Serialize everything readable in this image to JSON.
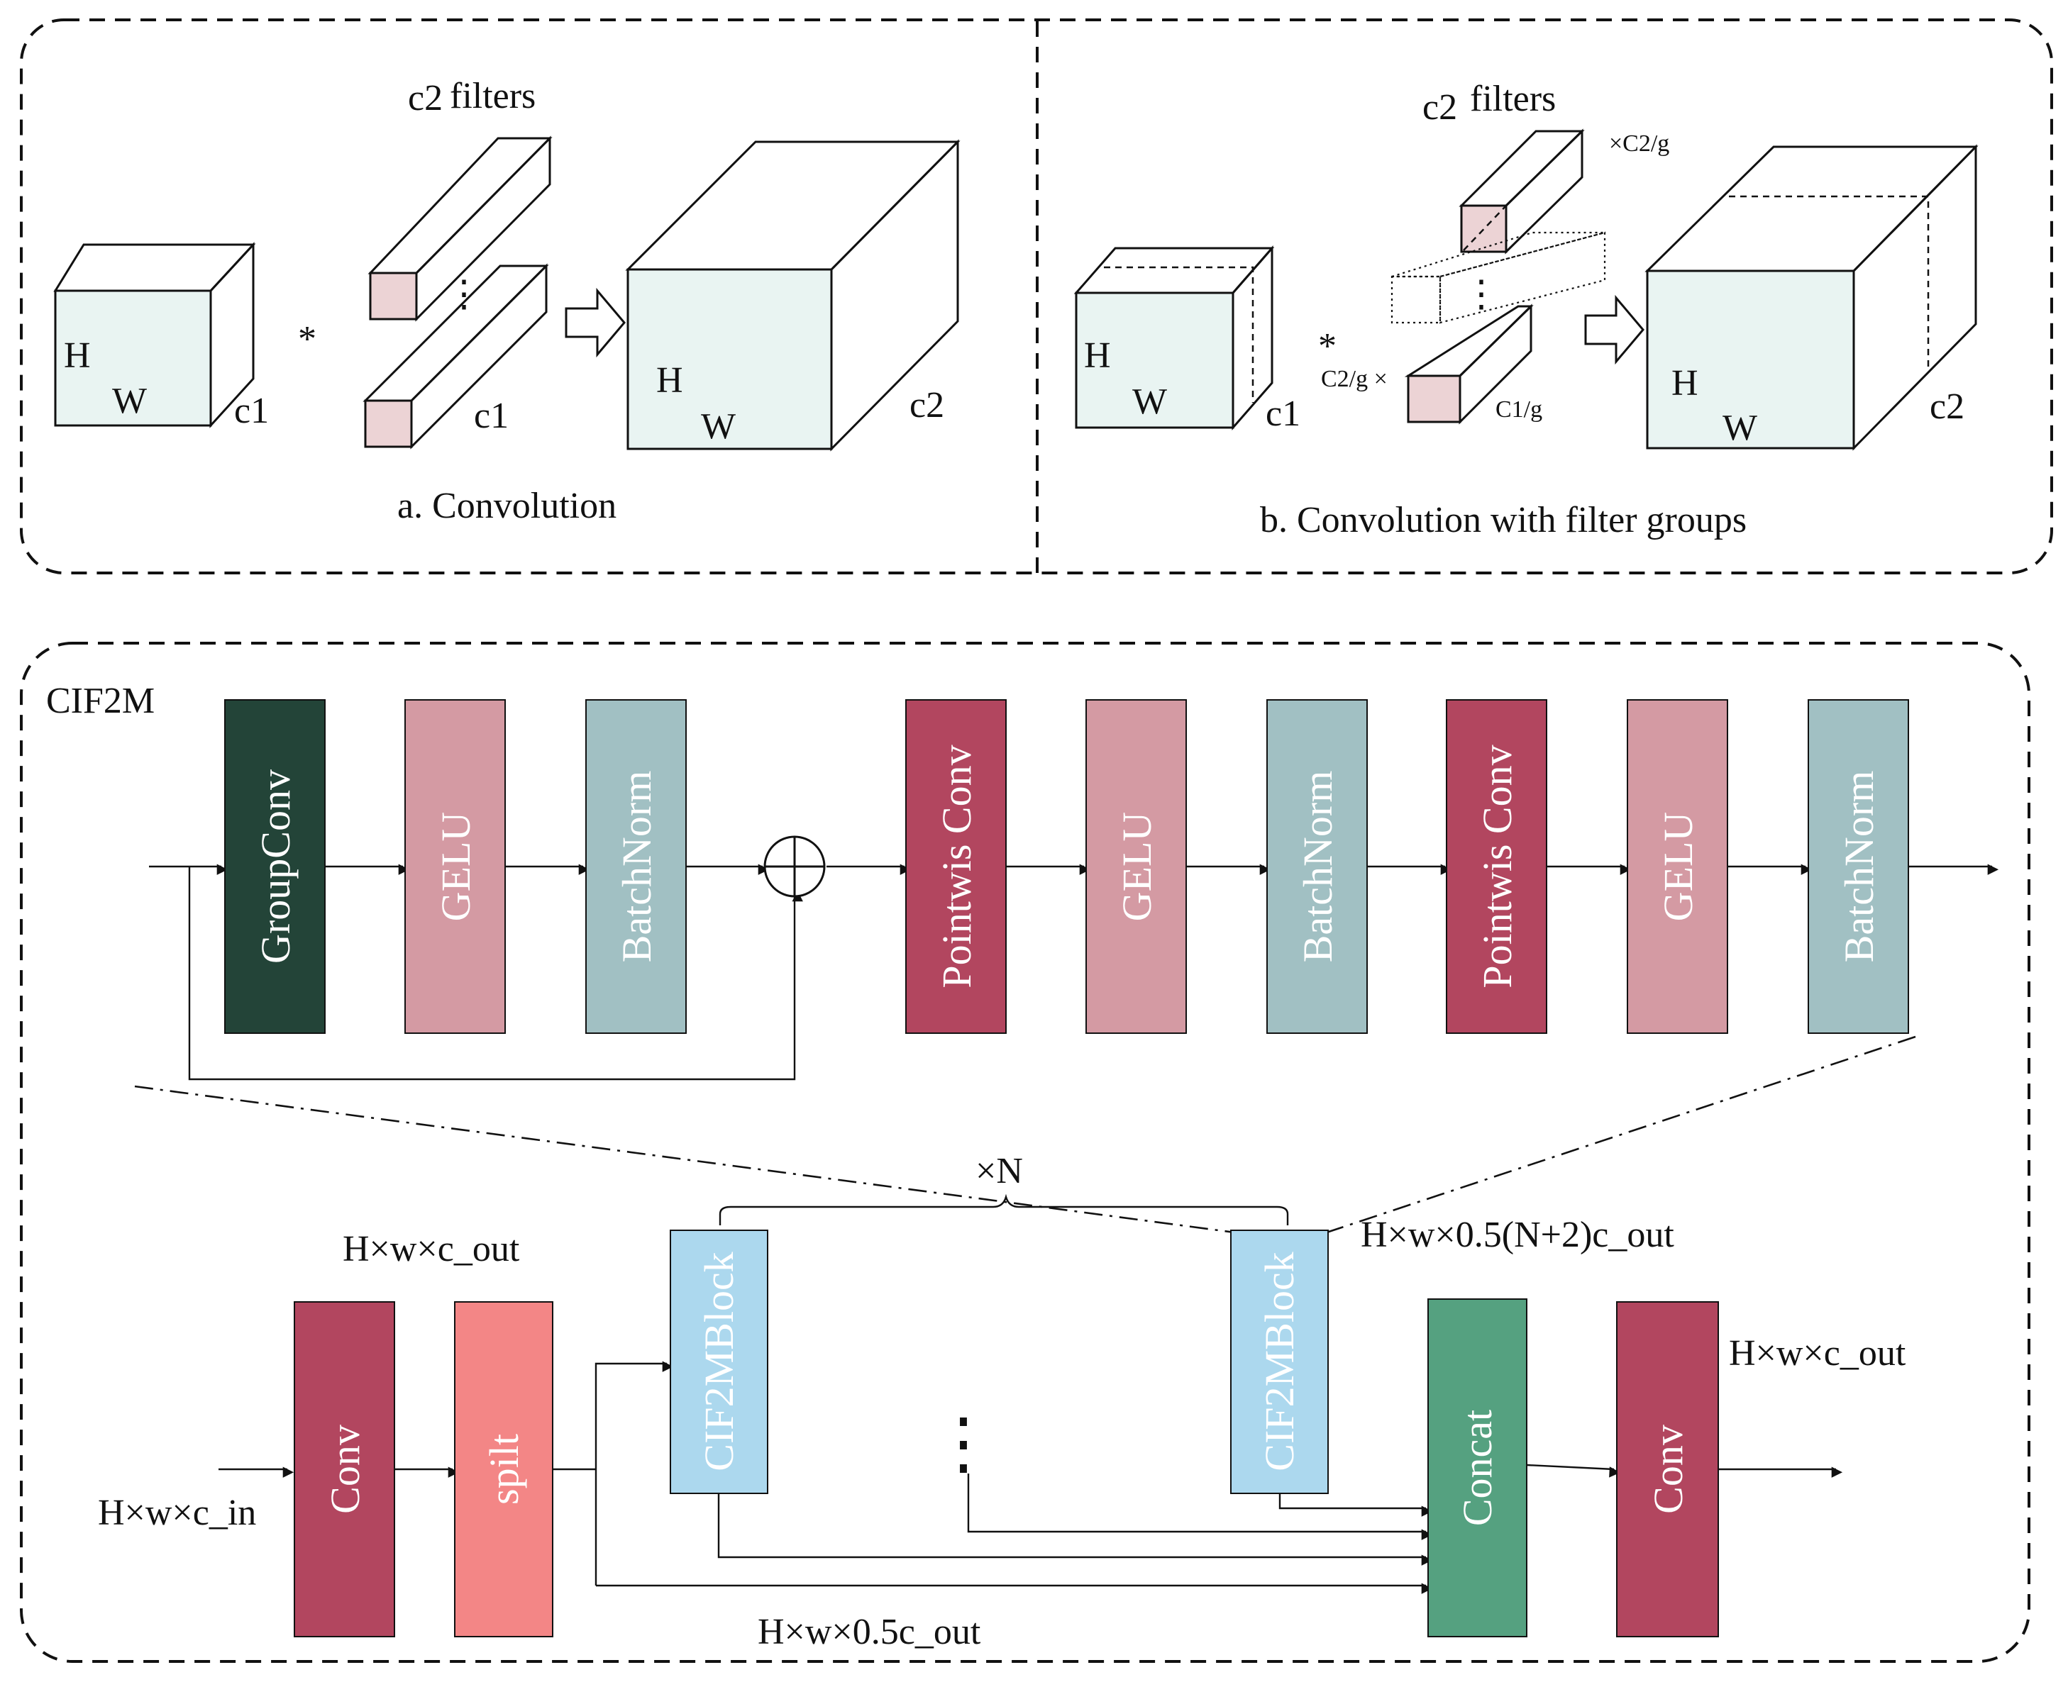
{
  "colors": {
    "cube_front": "#e9f4f2",
    "cube_top": "#e3f0ed",
    "cube_side": "#bcc6c3",
    "filter_front": "#ecd3d5",
    "filter_top": "#e3c6c9",
    "filter_side": "#bba6a9",
    "group_conv": "#234438",
    "gelu": "#d49aa3",
    "batch_norm": "#a1c0c3",
    "pointwise_conv": "#b2465f",
    "conv": "#b2465f",
    "split": "#f38686",
    "cif2m_block": "#acd8ee",
    "concat": "#55a180"
  },
  "panel_a": {
    "caption": "a. Convolution",
    "input": {
      "h": "H",
      "w": "W",
      "c": "c1"
    },
    "operator": "*",
    "filters_prefix": "c2",
    "filters_label": "filters",
    "filter_depth": "c1",
    "ellipsis": "⋮",
    "output": {
      "h": "H",
      "w": "W",
      "c": "c2"
    }
  },
  "panel_b": {
    "caption": "b. Convolution with filter groups",
    "input": {
      "h": "H",
      "w": "W",
      "c": "c1"
    },
    "operator": "*",
    "filters_prefix": "c2",
    "filters_label": "filters",
    "group_top": "×C2/g",
    "group_left": "C2/g ×",
    "group_depth": "C1/g",
    "ellipsis": "⋮",
    "output": {
      "h": "H",
      "w": "W",
      "c": "c2"
    }
  },
  "cif2m_block_detail": {
    "title": "CIF2M",
    "blocks": [
      "GroupConv",
      "GELU",
      "BatchNorm",
      "Pointwis Conv",
      "GELU",
      "BatchNorm",
      "Pointwis Conv",
      "GELU",
      "BatchNorm"
    ],
    "add_symbol": "⊕"
  },
  "cif2m_module": {
    "blocks": {
      "conv_in": "Conv",
      "split": "spilt",
      "block_first": "CIF2MBlock",
      "block_last": "CIF2MBlock",
      "concat": "Concat",
      "conv_out": "Conv"
    },
    "repeat": "×N",
    "ellipsis": "⋮",
    "labels": {
      "input": "H×w×c_in",
      "after_conv": "H×w×c_out",
      "after_block": "H×w×0.5(N+2)c_out",
      "output": "H×w×c_out",
      "half": "H×w×0.5c_out"
    }
  }
}
